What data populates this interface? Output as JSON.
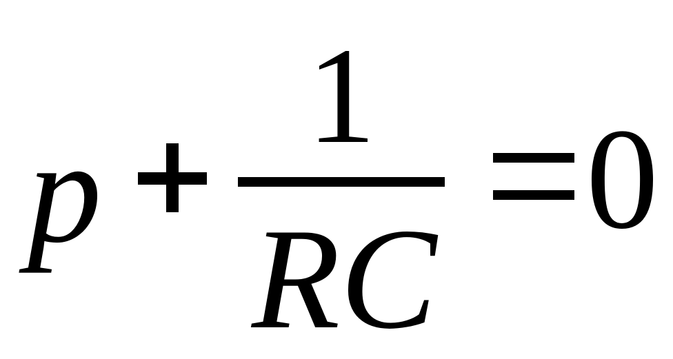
{
  "formula": {
    "variable": "p",
    "plus": "+",
    "numerator": "1",
    "denominator": "RC",
    "equals": "=",
    "rhs": "0"
  }
}
